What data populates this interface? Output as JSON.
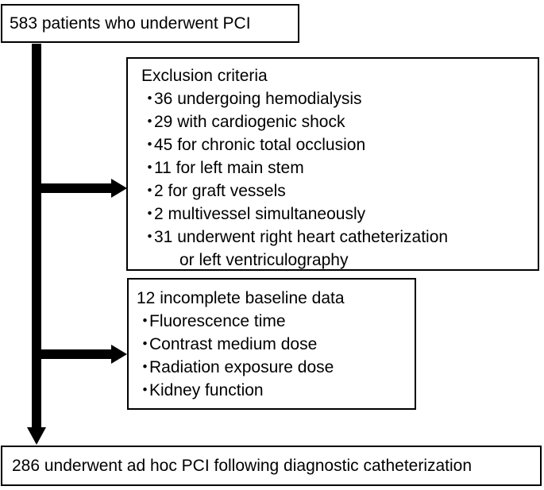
{
  "top_box": {
    "text": "583 patients who underwent PCI"
  },
  "exclusion_box": {
    "title": "Exclusion criteria",
    "bullet": "・",
    "items": [
      "36 undergoing hemodialysis",
      "29 with cardiogenic shock",
      "45 for chronic total occlusion",
      "11 for left main stem",
      "2 for graft vessels",
      "2 multivessel simultaneously",
      "31 underwent right heart catheterization"
    ],
    "continuation": "or left ventriculography"
  },
  "incomplete_box": {
    "title": "12 incomplete baseline data",
    "bullet": "・",
    "items": [
      "Fluorescence time",
      "Contrast medium dose",
      "Radiation exposure dose",
      "Kidney function"
    ]
  },
  "bottom_box": {
    "text": "286 underwent ad hoc PCI following diagnostic catheterization"
  },
  "colors": {
    "line": "#000000",
    "background": "#ffffff"
  }
}
